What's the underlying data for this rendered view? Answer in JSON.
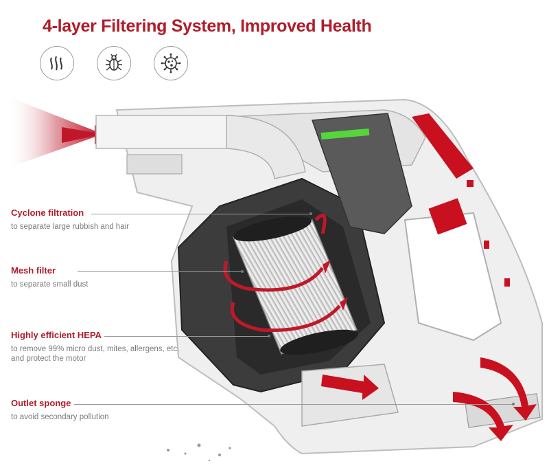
{
  "header": {
    "title": "4-layer Filtering System, Improved Health"
  },
  "icons": [
    "hair-icon",
    "mite-bug-icon",
    "bacteria-germ-icon"
  ],
  "colors": {
    "accent_red": "#b01c2a",
    "text_gray": "#7a7a7a"
  },
  "callouts": [
    {
      "label": "Cyclone filtration",
      "desc": "to separate large rubbish and hair"
    },
    {
      "label": "Mesh filter",
      "desc": "to separate small dust"
    },
    {
      "label": "Highly efficient HEPA",
      "desc_line1": "to remove 99% micro dust, mites, allergens, etc.",
      "desc_line2": "and protect the motor"
    },
    {
      "label": "Outlet sponge",
      "desc": "to avoid secondary pollution"
    }
  ]
}
